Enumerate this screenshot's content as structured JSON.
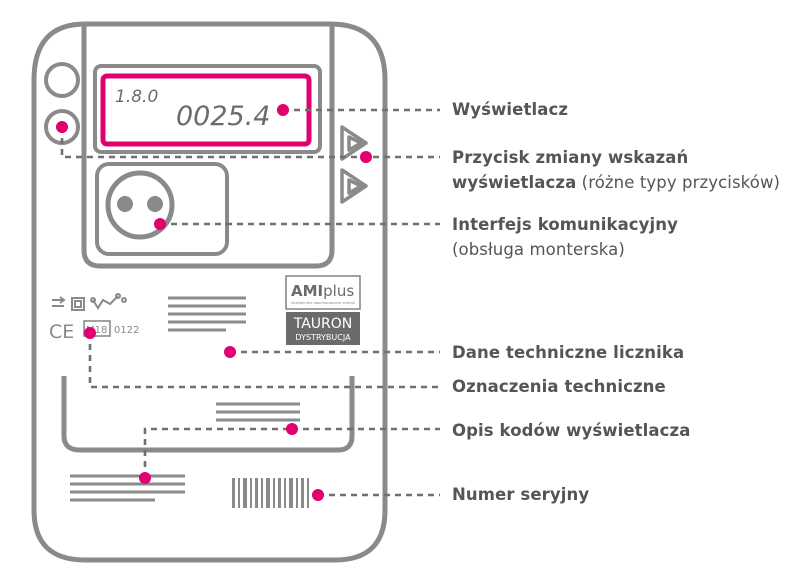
{
  "display": {
    "obis_code": "1.8.0",
    "reading": "0025.4"
  },
  "certification": {
    "ce_mark": "CE",
    "metrology_mark": "M18",
    "notified_body": "0122"
  },
  "brand": {
    "ami_bold": "AMI",
    "ami_light": "plus",
    "ami_tagline": "inteligentne opomiarowanie energii",
    "company": "TAURON",
    "division": "DYSTRYBUCJA"
  },
  "callouts": [
    {
      "bold": "Wyświetlacz",
      "rest": "",
      "line2_bold": "",
      "line2_rest": ""
    },
    {
      "bold": "Przycisk zmiany wskazań",
      "rest": "",
      "line2_bold": "wyświetlacza",
      "line2_rest": " (różne typy przycisków)"
    },
    {
      "bold": "Interfejs komunikacyjny",
      "rest": "",
      "line2_bold": "",
      "line2_rest": "(obsługa monterska)"
    },
    {
      "bold": "Dane techniczne licznika",
      "rest": "",
      "line2_bold": "",
      "line2_rest": ""
    },
    {
      "bold": "Oznaczenia techniczne",
      "rest": "",
      "line2_bold": "",
      "line2_rest": ""
    },
    {
      "bold": "Opis kodów wyświetlacza",
      "rest": "",
      "line2_bold": "",
      "line2_rest": ""
    },
    {
      "bold": "Numer seryjny",
      "rest": "",
      "line2_bold": "",
      "line2_rest": ""
    }
  ],
  "colors": {
    "outline": "#8a8a8a",
    "accent": "#e0006f",
    "text": "#555555",
    "brand_box": "#6b6b6b"
  },
  "icons": [
    "power-button-icon",
    "display-button-icon",
    "optical-port-icon",
    "scroll-arrow-icon",
    "barcode-icon",
    "ce-mark-icon",
    "meter-symbol-icon"
  ]
}
